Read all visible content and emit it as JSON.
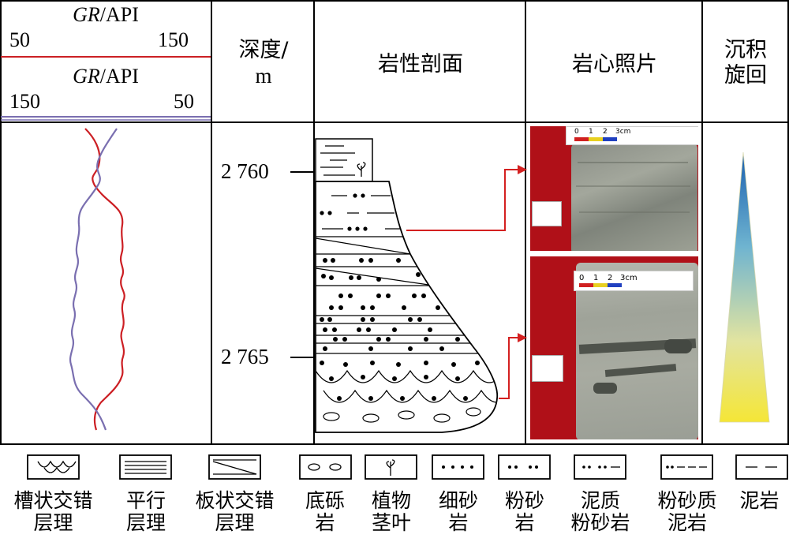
{
  "log_header": {
    "curve1": {
      "name": "GR",
      "unit": "/API",
      "left": "50",
      "right": "150",
      "color": "#cc1f24"
    },
    "curve2": {
      "name": "GR",
      "unit": "/API",
      "left": "150",
      "right": "50",
      "color": "#7a6fb0"
    }
  },
  "headers": {
    "depth_line1": "深度/",
    "depth_line2": "m",
    "lithology": "岩性剖面",
    "core_photo": "岩心照片",
    "cycle_line1": "沉积",
    "cycle_line2": "旋回"
  },
  "depth_ticks": [
    "2 760",
    "2 765"
  ],
  "photo_scale": {
    "ticks": [
      "0",
      "1",
      "2",
      "3cm"
    ]
  },
  "legend": [
    {
      "key": "trough",
      "line1": "槽状交错",
      "line2": "层理"
    },
    {
      "key": "parallel",
      "line1": "平行",
      "line2": "层理"
    },
    {
      "key": "tabular",
      "line1": "板状交错",
      "line2": "层理"
    },
    {
      "key": "conglomerate",
      "line1": "底砾",
      "line2": "岩"
    },
    {
      "key": "plant",
      "line1": "植物",
      "line2": "茎叶"
    },
    {
      "key": "fine-sand",
      "line1": "细砂",
      "line2": "岩"
    },
    {
      "key": "silt",
      "line1": "粉砂",
      "line2": "岩"
    },
    {
      "key": "muddy-silt",
      "line1": "泥质",
      "line2": "粉砂岩"
    },
    {
      "key": "silty-mud",
      "line1": "粉砂质",
      "line2": "泥岩"
    },
    {
      "key": "mudstone",
      "line1": "泥岩",
      "line2": ""
    }
  ],
  "colors": {
    "red_curve": "#cc1f24",
    "purple_curve": "#7a6fb0",
    "arrow": "#d42020",
    "triangle_top": "#1a5fb0",
    "triangle_bottom": "#f5e636",
    "photo_bg": "#b01018"
  }
}
